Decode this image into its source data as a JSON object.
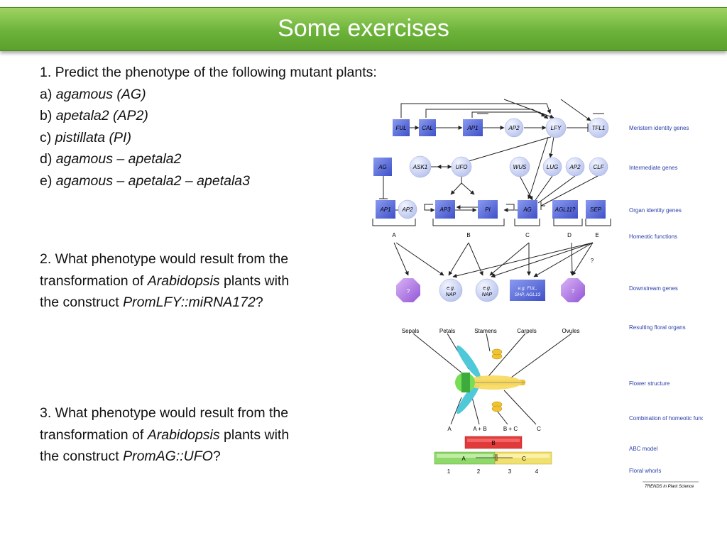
{
  "title": "Some exercises",
  "q1": {
    "line1": "1. Predict the phenotype of the following mutant plants:",
    "a_prefix": "a) ",
    "a": "agamous (AG)",
    "b_prefix": "b) ",
    "b": "apetala2 (AP2)",
    "c_prefix": "c) ",
    "c": "pistillata (PI)",
    "d_prefix": "d) ",
    "d": "agamous – apetala2",
    "e_prefix": "e) ",
    "e": "agamous – apetala2 – apetala3"
  },
  "q2": {
    "line1": "2. What phenotype would result from the",
    "line2_pre": "transformation of ",
    "line2_italic": "Arabidopsis",
    "line2_post": " plants with",
    "line3_pre": "the construct ",
    "line3_italic": "PromLFY::miRNA172",
    "line3_post": "?"
  },
  "q3": {
    "line1": "3. What phenotype would result from the",
    "line2_pre": "transformation of ",
    "line2_italic": "Arabidopsis",
    "line2_post": " plants with",
    "line3_pre": "the construct ",
    "line3_italic": "PromAG::UFO",
    "line3_post": "?"
  },
  "diagram": {
    "genes_row1": [
      "FUL",
      "CAL",
      "AP1",
      "AP2",
      "LFY",
      "TFL1"
    ],
    "genes_row2": [
      "AG",
      "ASK1",
      "UFO",
      "WUS",
      "LUG",
      "AP2",
      "CLF"
    ],
    "genes_row3": [
      "AP1",
      "AP2",
      "AP3",
      "PI",
      "AG",
      "AGL11?",
      "SEP"
    ],
    "functions": [
      "A",
      "B",
      "C",
      "D",
      "E"
    ],
    "question_mark": "?",
    "downstream": [
      "?",
      "e.g. NAP",
      "e.g. NAP",
      "e.g. FUL, SHP, AGL13",
      "?"
    ],
    "organs": [
      "Sepals",
      "Petals",
      "Stamens",
      "Carpels",
      "Ovules"
    ],
    "combinations": [
      "A",
      "A + B",
      "B + C",
      "C"
    ],
    "abc_labels": [
      "B",
      "A",
      "C"
    ],
    "whorls": [
      "1",
      "2",
      "3",
      "4"
    ],
    "row_labels": [
      "Meristem identity genes",
      "Intermediate genes",
      "Organ identity genes",
      "Homeotic functions",
      "Downstream genes",
      "Resulting floral organs",
      "Flower structure",
      "Combination of homeotic functions",
      "ABC model",
      "Floral whorls"
    ],
    "credit": "TRENDS in Plant Science",
    "colors": {
      "square": "#5a6fe0",
      "circle": "#d6ddf5",
      "octagon": "#b07ae0",
      "b_box": "#e03a3a",
      "a_box": "#8fd86a",
      "c_box": "#f0e070"
    }
  }
}
